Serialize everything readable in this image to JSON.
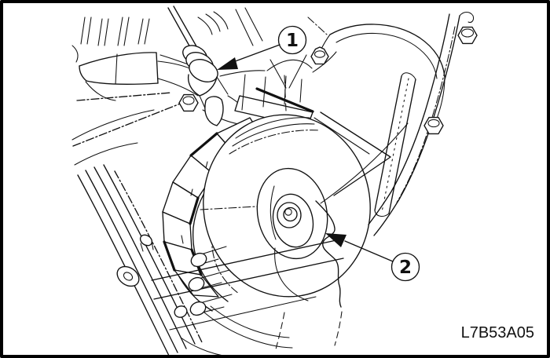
{
  "figure": {
    "background_color": "#ffffff",
    "line_color": "#111111",
    "border_color": "#000000",
    "code_label": "L7B53A05",
    "callouts": [
      {
        "label": "1"
      },
      {
        "label": "2"
      }
    ]
  }
}
